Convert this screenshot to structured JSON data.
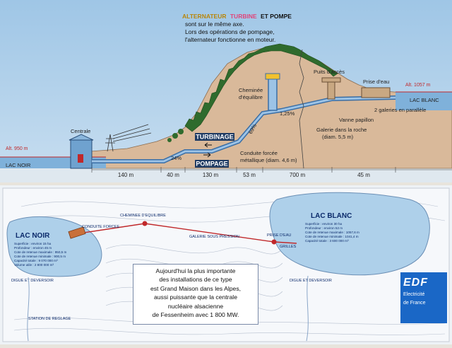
{
  "top": {
    "heading": {
      "alternateur": "ALTERNATEUR",
      "turbine": "TURBINE",
      "et_pompe": "ET POMPE",
      "line2": "sont sur le même axe.",
      "line3": "Lors des opérations de pompage,",
      "line4": "l'alternateur fonctionne en moteur."
    },
    "labels": {
      "alt_low": "Alt. 950 m",
      "alt_high": "Alt. 1057 m",
      "lac_noir": "LAC NOIR",
      "lac_blanc": "LAC BLANC",
      "centrale": "Centrale",
      "cheminee_1": "Cheminée",
      "cheminee_2": "d'équilibre",
      "puits": "Puits d'accès",
      "prise": "Prise d'eau",
      "galeries": "2 galeries en parallèle",
      "vanne": "Vanne papillon",
      "galerie_roche_1": "Galerie dans la roche",
      "galerie_roche_2": "(diam. 5,5 m)",
      "conduite_1": "Conduite forcée",
      "conduite_2": "métallique (diam. 4,6 m)",
      "turbinage": "TURBINAGE",
      "pompage": "POMPAGE",
      "slope_125": "1,25%",
      "slope_24": "24%",
      "slope_69": "69%"
    },
    "distances": [
      "140 m",
      "40 m",
      "130 m",
      "53 m",
      "700 m",
      "45 m"
    ],
    "colors": {
      "sky": "#a9cbe6",
      "water": "#7fb1da",
      "ground": "#d9b99a",
      "trees": "#2f6b2d",
      "accent_red": "#c0282a",
      "turbine_pink": "#e0457a",
      "alternateur_yellow": "#f2c12e"
    }
  },
  "map": {
    "lac_noir": {
      "title": "LAC NOIR",
      "lines": [
        "Superficie : environ 15 ha",
        "Profondeur : environ 45 m",
        "Cote de retenue maximale : 950,5 m",
        "Cote de retenue minimale : 900,5 m",
        "Capacité totale : 9 070 000 m³",
        "Volume utile : 2 800 000 m³"
      ]
    },
    "lac_blanc": {
      "title": "LAC BLANC",
      "lines": [
        "Superficie : environ 30 ha",
        "Profondeur : environ 52 m",
        "Cote de retenue maximale : 1057,6 m",
        "Cote de retenue minimale : 1041,4 m",
        "Capacité totale : 3 600 000 m³"
      ]
    },
    "labels": {
      "cheminee": "CHEMINEE D'EQUILIBRE",
      "conduite": "CONDUITE FORCEE",
      "galerie": "GALERIE SOUS PRESSION",
      "prise": "PRISE D'EAU",
      "grilles": "GRILLES",
      "digue_left": "DIGUE ET DEVERSOIR",
      "digue_right": "DIGUE ET DEVERSOIR",
      "station": "STATION DE REGLAGE"
    },
    "callout": [
      "Aujourd'hui la plus importante",
      "des installations de ce type",
      "est Grand Maison dans les Alpes,",
      "aussi puissante que la centrale",
      "nucléaire alsacienne",
      "de Fessenheim avec 1 800 MW."
    ]
  },
  "edf": {
    "logo": "EDF",
    "sub_1": "Electricité",
    "sub_2": "de France"
  }
}
